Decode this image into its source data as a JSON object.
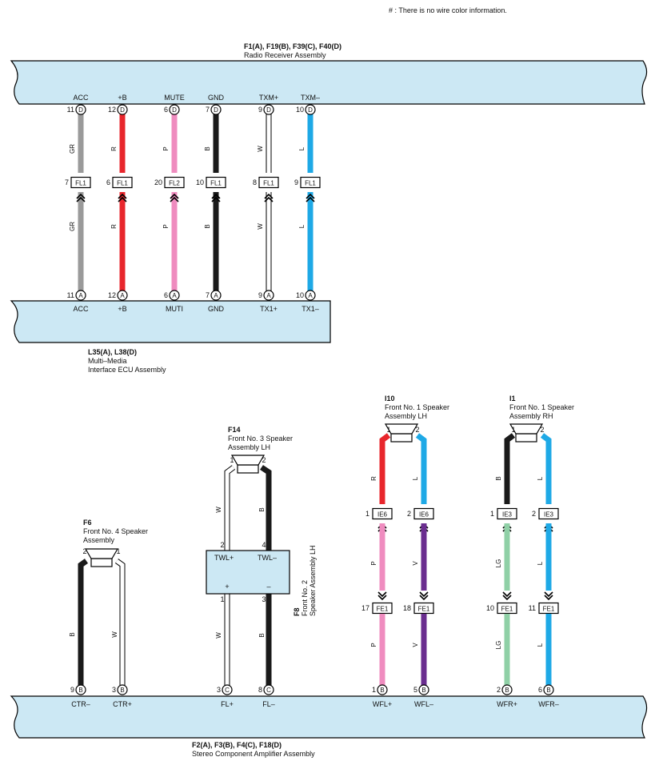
{
  "note": "# : There is no wire color information.",
  "radio": {
    "title": "F1(A), F19(B), F39(C), F40(D)",
    "name": "Radio Receiver Assembly",
    "wires": [
      {
        "sig": "ACC",
        "pin": "11",
        "conn": "D",
        "color": "GR",
        "hex": "#9a9a9a",
        "fl": "FL1",
        "flpin": "7",
        "pin2": "11",
        "conn2": "A",
        "sig2": "ACC"
      },
      {
        "sig": "+B",
        "pin": "12",
        "conn": "D",
        "color": "R",
        "hex": "#e8262c",
        "fl": "FL1",
        "flpin": "6",
        "pin2": "12",
        "conn2": "A",
        "sig2": "+B"
      },
      {
        "sig": "MUTE",
        "pin": "6",
        "conn": "D",
        "color": "P",
        "hex": "#ef8cbf",
        "fl": "FL2",
        "flpin": "20",
        "pin2": "6",
        "conn2": "A",
        "sig2": "MUTI"
      },
      {
        "sig": "GND",
        "pin": "7",
        "conn": "D",
        "color": "B",
        "hex": "#1a1a1a",
        "fl": "FL1",
        "flpin": "10",
        "pin2": "7",
        "conn2": "A",
        "sig2": "GND"
      },
      {
        "sig": "TXM+",
        "pin": "9",
        "conn": "D",
        "color": "W",
        "hex": "#ffffff",
        "fl": "FL1",
        "flpin": "8",
        "pin2": "9",
        "conn2": "A",
        "sig2": "TX1+"
      },
      {
        "sig": "TXM–",
        "pin": "10",
        "conn": "D",
        "color": "L",
        "hex": "#1ea9e6",
        "fl": "FL1",
        "flpin": "9",
        "pin2": "10",
        "conn2": "A",
        "sig2": "TX1–"
      }
    ]
  },
  "mmecu": {
    "title": "L35(A), L38(D)",
    "line1": "Multi–Media",
    "line2": "Interface ECU Assembly"
  },
  "amp": {
    "title": "F2(A), F3(B), F4(C), F18(D)",
    "name": "Stereo Component Amplifier Assembly",
    "pins": [
      {
        "sig": "CTR–",
        "pin": "9",
        "conn": "B"
      },
      {
        "sig": "CTR+",
        "pin": "3",
        "conn": "B"
      },
      {
        "sig": "FL+",
        "pin": "3",
        "conn": "C"
      },
      {
        "sig": "FL–",
        "pin": "8",
        "conn": "C"
      },
      {
        "sig": "WFL+",
        "pin": "1",
        "conn": "B"
      },
      {
        "sig": "WFL–",
        "pin": "5",
        "conn": "B"
      },
      {
        "sig": "WFR+",
        "pin": "2",
        "conn": "B"
      },
      {
        "sig": "WFR–",
        "pin": "6",
        "conn": "B"
      }
    ]
  },
  "f6": {
    "code": "F6",
    "line1": "Front No. 4 Speaker",
    "line2": "Assembly",
    "pinL": "2",
    "pinR": "1",
    "colorL": "B",
    "colorR": "W"
  },
  "f14": {
    "code": "F14",
    "line1": "Front No. 3 Speaker",
    "line2": "Assembly LH",
    "pinL": "1",
    "pinR": "2",
    "colorL": "W",
    "colorR": "B"
  },
  "f8": {
    "code": "F8",
    "line1": "Front No. 2",
    "line2": "Speaker Assembly LH",
    "twlp": "TWL+",
    "twlm": "TWL–",
    "plus": "+",
    "minus": "–",
    "pin2": "2",
    "pin4": "4",
    "pin1": "1",
    "pin3": "3",
    "colorL": "W",
    "colorR": "B"
  },
  "i10": {
    "code": "I10",
    "line1": "Front No. 1 Speaker",
    "line2": "Assembly LH",
    "pinL": "1",
    "pinR": "2",
    "up": [
      "R",
      "L"
    ],
    "ie": "IE6",
    "iepins": [
      "1",
      "2"
    ],
    "mid": [
      "P",
      "V"
    ],
    "fe": "FE1",
    "fepins": [
      "17",
      "18"
    ],
    "low": [
      "P",
      "V"
    ]
  },
  "i1": {
    "code": "I1",
    "line1": "Front No. 1 Speaker",
    "line2": "Assembly RH",
    "pinL": "1",
    "pinR": "2",
    "up": [
      "B",
      "L"
    ],
    "ie": "IE3",
    "iepins": [
      "1",
      "2"
    ],
    "mid": [
      "LG",
      "L"
    ],
    "fe": "FE1",
    "fepins": [
      "10",
      "11"
    ],
    "low": [
      "LG",
      "L"
    ]
  },
  "colors": {
    "panel": "#cce8f4",
    "R": "#e8262c",
    "B": "#1a1a1a",
    "W": "#ffffff",
    "L": "#1ea9e6",
    "P": "#ef8cbf",
    "V": "#6a2d8f",
    "LG": "#8fd0a6",
    "GR": "#9a9a9a"
  }
}
